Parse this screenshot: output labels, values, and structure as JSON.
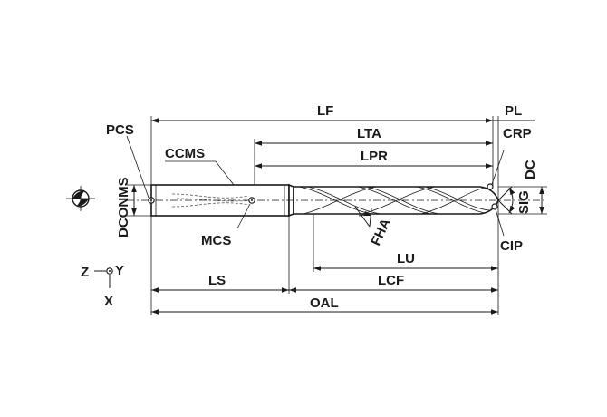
{
  "labels": {
    "lf": "LF",
    "pl": "PL",
    "pcs": "PCS",
    "lta": "LTA",
    "crp": "CRP",
    "ccms": "CCMS",
    "lpr": "LPR",
    "dconms": "DCONMS",
    "dc": "DC",
    "sig": "SIG",
    "fha": "FHA",
    "mcs": "MCS",
    "cip": "CIP",
    "lu": "LU",
    "ls": "LS",
    "lcf": "LCF",
    "oal": "OAL"
  },
  "axes": {
    "z": "Z",
    "y": "Y",
    "x": "X"
  },
  "colors": {
    "ink": "#1a1a1a",
    "background": "#ffffff"
  }
}
